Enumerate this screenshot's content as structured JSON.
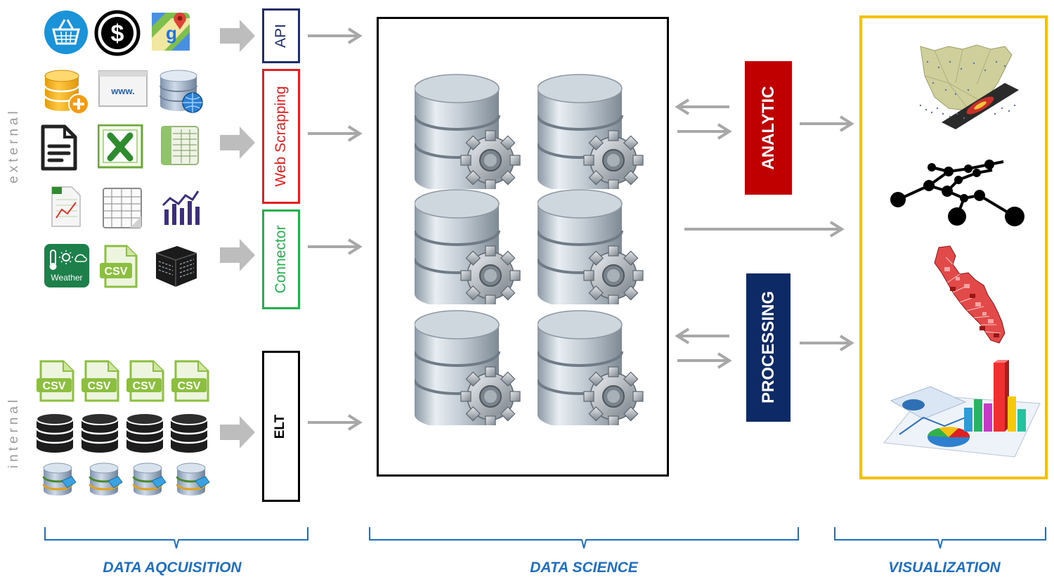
{
  "side_labels": {
    "external": "external",
    "internal": "internal"
  },
  "sources": {
    "api": "API",
    "web_scrapping": "Web Scrapping",
    "connector": "Connector",
    "elt": "ELT"
  },
  "icons": {
    "www_text": "www.",
    "weather_text": "Weather",
    "csv_text": "CSV"
  },
  "processes": {
    "analytic": "ANALYTIC",
    "processing": "PROCESSING"
  },
  "sections": {
    "acquisition": "DATA AQCUISITION",
    "science": "DATA SCIENCE",
    "visualization": "VISUALIZATION"
  },
  "colors": {
    "api_border": "#1f2d6b",
    "web_border": "#e41e1e",
    "connector_border": "#22b04c",
    "analytic_bg": "#c00000",
    "processing_bg": "#0d2a66",
    "viz_border": "#f5c000",
    "section_label": "#1f6fc0"
  }
}
